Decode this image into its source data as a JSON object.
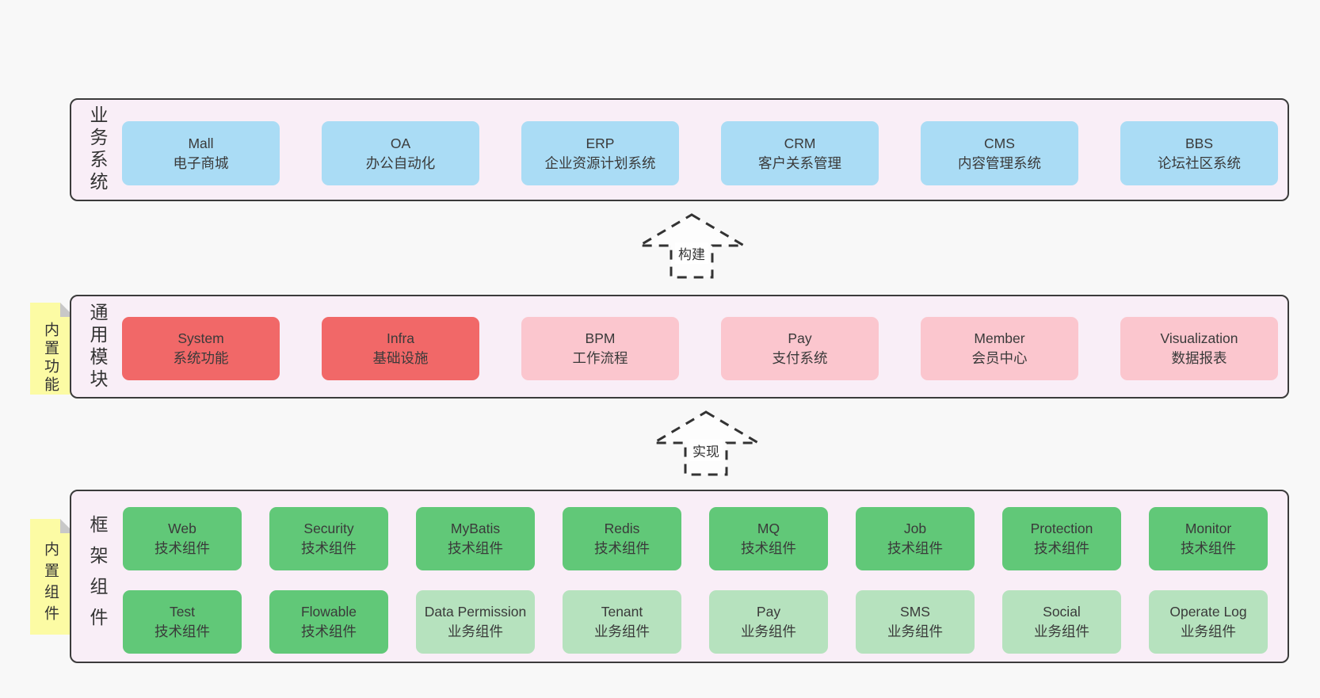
{
  "palette": {
    "page_bg": "#f8f8f8",
    "band_bg": "#f9eef7",
    "band_border": "#3b3b3b",
    "blue": "#aadcf5",
    "red": "#f16868",
    "pink": "#fbc6ce",
    "green": "#61c878",
    "light_green": "#b6e2be",
    "sticky_yellow": "#fcfba4",
    "sticky_fold": "#c8c8c8",
    "text": "#3a3a3a"
  },
  "business": {
    "label": "业务系统",
    "boxes": [
      {
        "title": "Mall",
        "subtitle": "电子商城",
        "variant": "blue"
      },
      {
        "title": "OA",
        "subtitle": "办公自动化",
        "variant": "blue"
      },
      {
        "title": "ERP",
        "subtitle": "企业资源计划系统",
        "variant": "blue"
      },
      {
        "title": "CRM",
        "subtitle": "客户关系管理",
        "variant": "blue"
      },
      {
        "title": "CMS",
        "subtitle": "内容管理系统",
        "variant": "blue"
      },
      {
        "title": "BBS",
        "subtitle": "论坛社区系统",
        "variant": "blue"
      }
    ]
  },
  "arrows": {
    "build": "构建",
    "implement": "实现"
  },
  "modules": {
    "sticky": "内置功能",
    "label": "通用模块",
    "boxes": [
      {
        "title": "System",
        "subtitle": "系统功能",
        "variant": "red"
      },
      {
        "title": "Infra",
        "subtitle": "基础设施",
        "variant": "red"
      },
      {
        "title": "BPM",
        "subtitle": "工作流程",
        "variant": "pink"
      },
      {
        "title": "Pay",
        "subtitle": "支付系统",
        "variant": "pink"
      },
      {
        "title": "Member",
        "subtitle": "会员中心",
        "variant": "pink"
      },
      {
        "title": "Visualization",
        "subtitle": "数据报表",
        "variant": "pink"
      }
    ]
  },
  "framework": {
    "sticky": "内置组件",
    "label": "框架组件",
    "row1": [
      {
        "title": "Web",
        "subtitle": "技术组件",
        "variant": "green"
      },
      {
        "title": "Security",
        "subtitle": "技术组件",
        "variant": "green"
      },
      {
        "title": "MyBatis",
        "subtitle": "技术组件",
        "variant": "green"
      },
      {
        "title": "Redis",
        "subtitle": "技术组件",
        "variant": "green"
      },
      {
        "title": "MQ",
        "subtitle": "技术组件",
        "variant": "green"
      },
      {
        "title": "Job",
        "subtitle": "技术组件",
        "variant": "green"
      },
      {
        "title": "Protection",
        "subtitle": "技术组件",
        "variant": "green"
      },
      {
        "title": "Monitor",
        "subtitle": "技术组件",
        "variant": "green"
      }
    ],
    "row2": [
      {
        "title": "Test",
        "subtitle": "技术组件",
        "variant": "green"
      },
      {
        "title": "Flowable",
        "subtitle": "技术组件",
        "variant": "green"
      },
      {
        "title": "Data Permission",
        "subtitle": "业务组件",
        "variant": "light_green"
      },
      {
        "title": "Tenant",
        "subtitle": "业务组件",
        "variant": "light_green"
      },
      {
        "title": "Pay",
        "subtitle": "业务组件",
        "variant": "light_green"
      },
      {
        "title": "SMS",
        "subtitle": "业务组件",
        "variant": "light_green"
      },
      {
        "title": "Social",
        "subtitle": "业务组件",
        "variant": "light_green"
      },
      {
        "title": "Operate Log",
        "subtitle": "业务组件",
        "variant": "light_green"
      }
    ]
  }
}
